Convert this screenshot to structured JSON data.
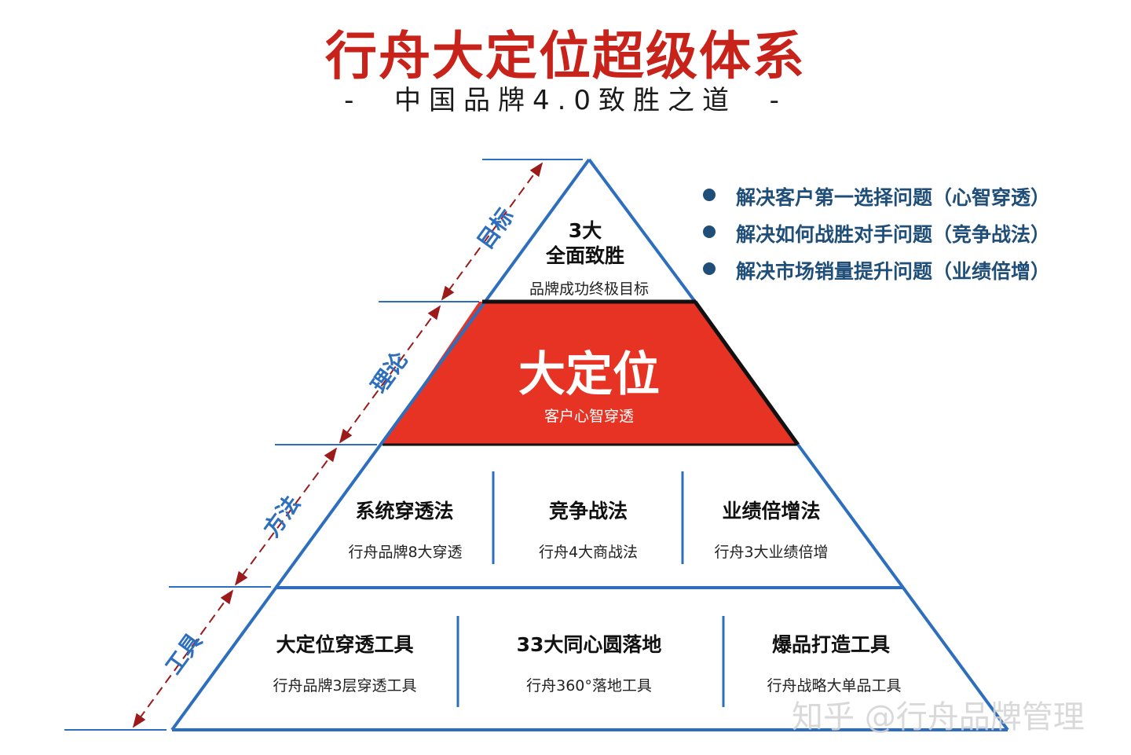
{
  "title": "行舟大定位超级体系",
  "subtitle": "-  中国品牌4.0致胜之道  -",
  "pyramid": {
    "top": {
      "line1": "3大",
      "line2": "全面致胜",
      "desc": "品牌成功终极目标"
    },
    "middle": {
      "label": "大定位",
      "desc": "客户心智穿透"
    },
    "methods": [
      {
        "title": "系统穿透法",
        "desc": "行舟品牌8大穿透"
      },
      {
        "title": "竞争战法",
        "desc": "行舟4大商战法"
      },
      {
        "title": "业绩倍增法",
        "desc": "行舟3大业绩倍增"
      }
    ],
    "tools": [
      {
        "title": "大定位穿透工具",
        "desc": "行舟品牌3层穿透工具"
      },
      {
        "title": "33大同心圆落地",
        "desc": "行舟360°落地工具"
      },
      {
        "title": "爆品打造工具",
        "desc": "行舟战略大单品工具"
      }
    ]
  },
  "levels": [
    "目标",
    "理论",
    "方法",
    "工具"
  ],
  "bullets": [
    "解决客户第一选择问题（心智穿透）",
    "解决如何战胜对手问题（竞争战法）",
    "解决市场销量提升问题（业绩倍增）"
  ],
  "watermark": "知乎 @行舟品牌管理",
  "colors": {
    "title_red": "#c8231b",
    "pyramid_red": "#e63323",
    "outline_blue": "#2e6fbd",
    "bullet_navy": "#1f4e79",
    "arrow_red": "#9b1b1b"
  }
}
